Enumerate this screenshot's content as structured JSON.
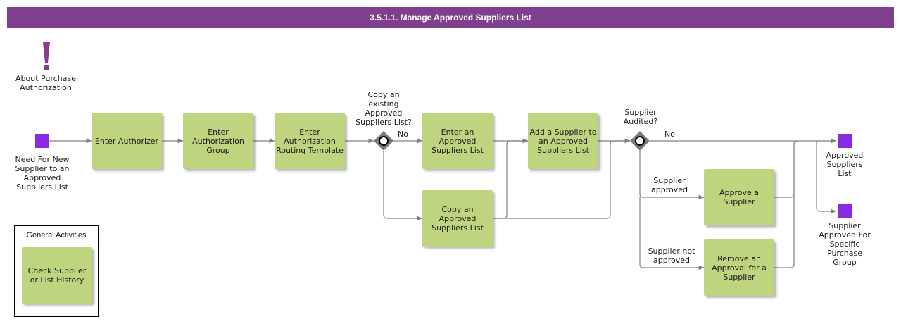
{
  "title": "3.5.1.1. Manage Approved Suppliers List",
  "annotation": {
    "label": "About Purchase Authorization"
  },
  "start_event": {
    "label": "Need For New Supplier to an Approved Suppliers List"
  },
  "tasks": {
    "enter_authorizer": "Enter Authorizer",
    "enter_authorization_group": "Enter Authorization Group",
    "enter_routing_template": "Enter Authorization Routing Template",
    "enter_approved_list": "Enter an Approved Suppliers List",
    "copy_approved_list": "Copy an Approved Suppliers List",
    "add_supplier": "Add a Supplier to an Approved Suppliers List",
    "approve_supplier": "Approve a Supplier",
    "remove_approval": "Remove an Approval for a Supplier"
  },
  "gateways": {
    "copy_existing": {
      "label": "Copy an existing Approved Suppliers List?",
      "no_label": "No"
    },
    "supplier_audited": {
      "label": "Supplier Audited?",
      "no_label": "No"
    }
  },
  "branch_labels": {
    "supplier_approved": "Supplier approved",
    "supplier_not_approved": "Supplier not approved"
  },
  "end_events": {
    "approved_list": "Approved Suppliers List",
    "approved_specific": "Supplier Approved For Specific Purchase Group"
  },
  "legend": {
    "title": "General Activities",
    "task": "Check Supplier or List History"
  },
  "colors": {
    "header": "#7f3f8c",
    "task": "#bfd47f",
    "event": "#8a2be2",
    "annotation": "#8a3a8f",
    "gateway": "#7a7a7a",
    "connector": "#808080"
  }
}
